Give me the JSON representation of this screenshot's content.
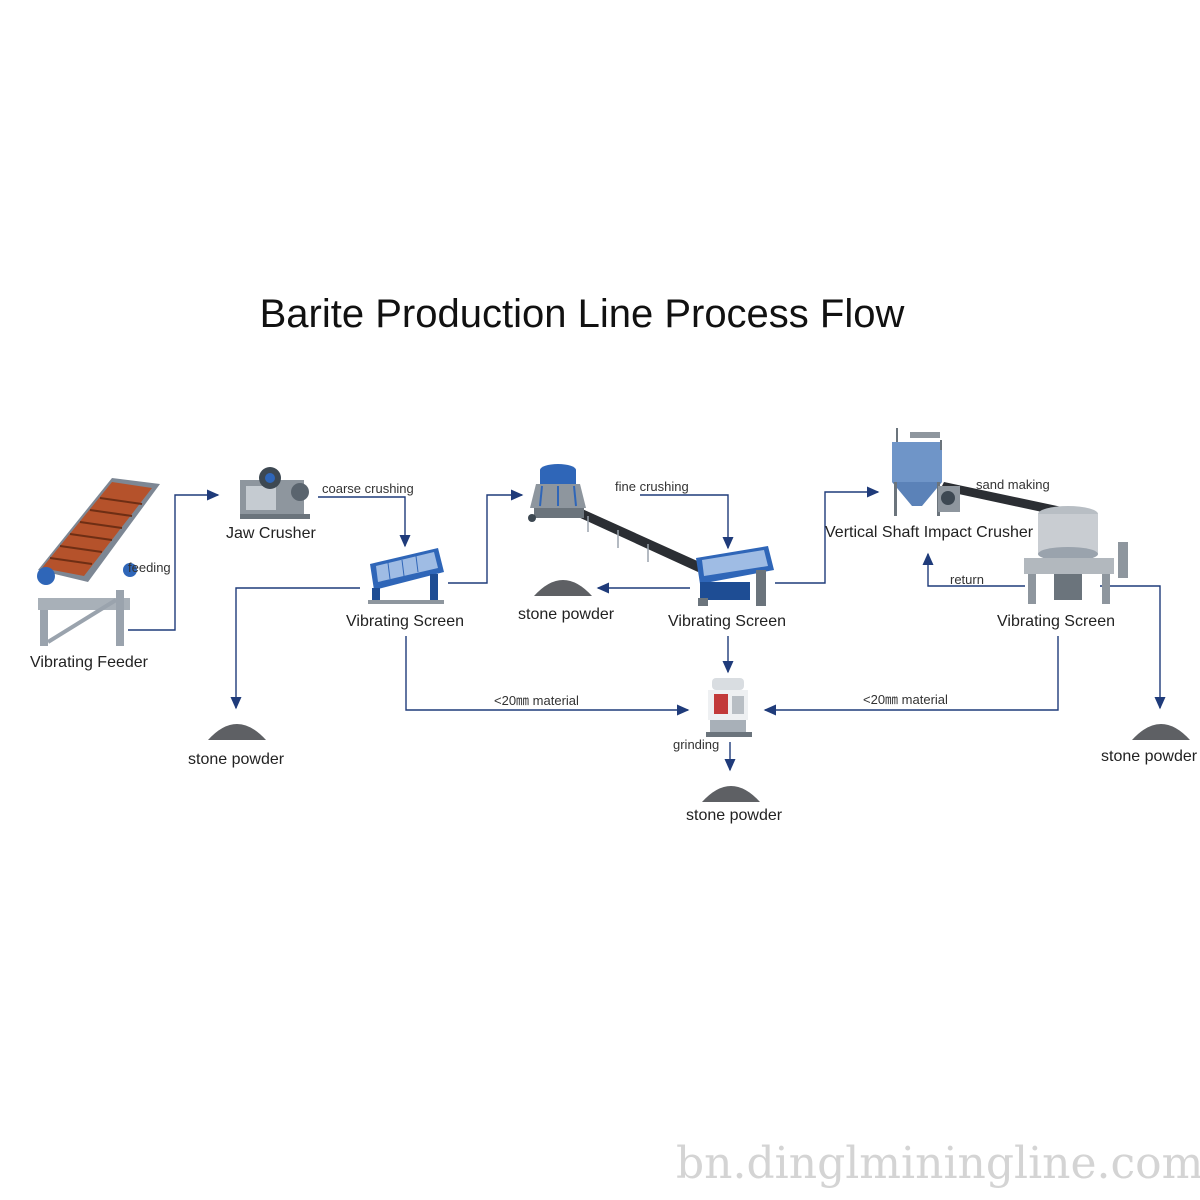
{
  "title": "Barite Production Line Process Flow",
  "machines": {
    "vibrating_feeder": "Vibrating Feeder",
    "jaw_crusher": "Jaw Crusher",
    "vibrating_screen_1": "Vibrating Screen",
    "vibrating_screen_2": "Vibrating Screen",
    "vsi_crusher": "Vertical Shaft Impact Crusher",
    "vibrating_screen_3": "Vibrating Screen"
  },
  "process_labels": {
    "feeding": "feeding",
    "coarse_crushing": "coarse crushing",
    "fine_crushing": "fine crushing",
    "sand_making": "sand making",
    "return": "return",
    "grinding": "grinding",
    "material_left": "<20㎜ material",
    "material_right": "<20㎜ material"
  },
  "outputs": {
    "powder_1": "stone powder",
    "powder_2": "stone powder",
    "powder_3": "stone powder",
    "powder_4": "stone powder"
  },
  "watermark": "bn.dinglminingline.com",
  "colors": {
    "arrow": "#1f3b7a",
    "screen_blue": "#2f66b8",
    "feeder_red": "#b5522b",
    "steel": "#9aa3ad",
    "powder": "#5e6064"
  }
}
